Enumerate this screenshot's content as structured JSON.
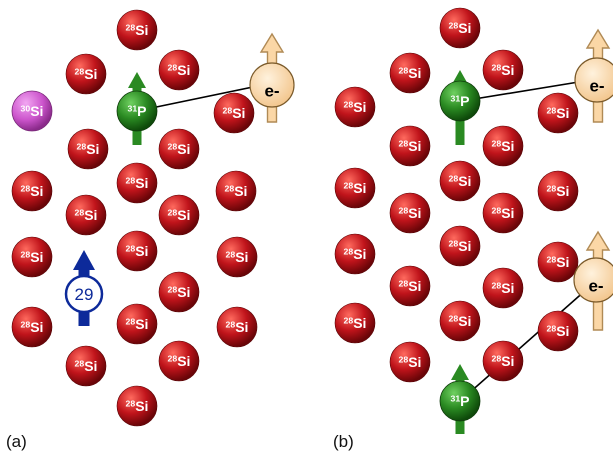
{
  "atoms": {
    "si28": {
      "mass": "28",
      "symbol": "Si"
    },
    "si30": {
      "mass": "30",
      "symbol": "Si"
    },
    "p31": {
      "mass": "31",
      "symbol": "P"
    },
    "electron": {
      "symbol": "e",
      "charge": "-"
    },
    "si29": {
      "mass": "29"
    }
  },
  "panels": {
    "a": {
      "label": "(a)"
    },
    "b": {
      "label": "(b)"
    }
  },
  "colors": {
    "si28": "#c0141b",
    "si30": "#cc55cc",
    "p31": "#2a8a22",
    "electron_fill": "#fbd7a6",
    "electron_stroke": "#7a5a2a",
    "si29": "#0d2a9a",
    "bond": "#000000"
  }
}
